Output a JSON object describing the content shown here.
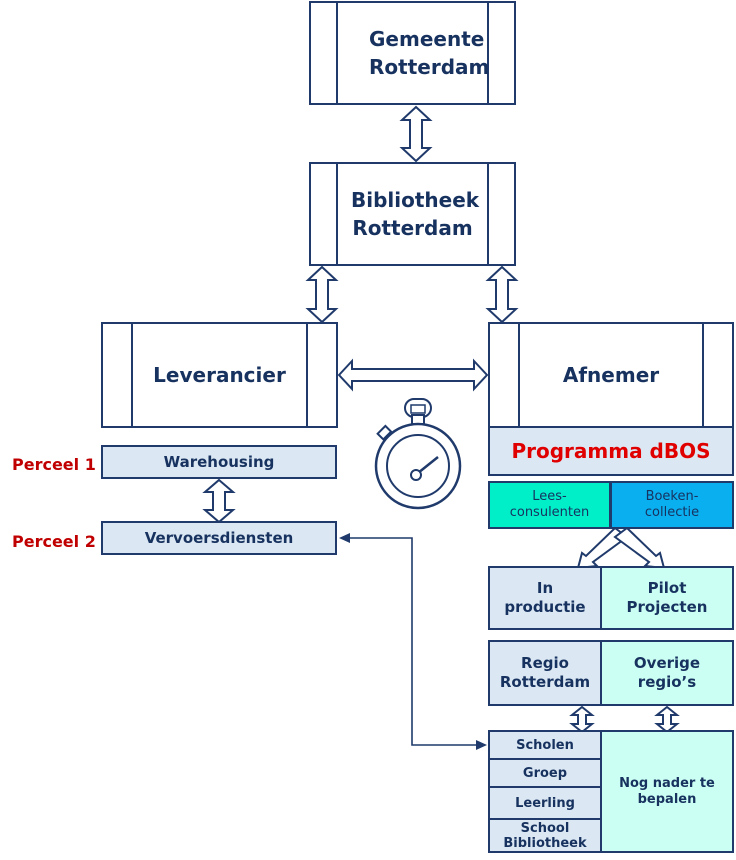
{
  "boxes": {
    "gemeente": "Gemeente Rotterdam",
    "bibliotheek": "Bibliotheek Rotterdam",
    "leverancier": "Leverancier",
    "afnemer": "Afnemer"
  },
  "programma": "Programma dBOS",
  "perceel1": {
    "label": "Perceel 1",
    "service": "Warehousing"
  },
  "perceel2": {
    "label": "Perceel 2",
    "service": "Vervoersdiensten"
  },
  "tiles": {
    "lees": "Lees-\nconsulenten",
    "boeken": "Boeken-\ncollectie",
    "in_productie": "In\nproductie",
    "pilot": "Pilot\nProjecten",
    "regio_rotterdam": "Regio\nRotterdam",
    "overige": "Overige\nregio’s"
  },
  "list": {
    "scholen": "Scholen",
    "groep": "Groep",
    "leerling": "Leerling",
    "school_bibliotheek": "School\nBibliotheek",
    "nog_nader": "Nog nader te\nbepalen"
  },
  "colors": {
    "navy": "#1f3a6b",
    "text": "#17325f",
    "red": "#c00000",
    "pale_blue": "#dbe8f4",
    "aqua": "#ccfff3",
    "turquoise": "#00efc9",
    "sky": "#0aaff0"
  },
  "icons": {
    "stopwatch": "stopwatch-icon"
  }
}
